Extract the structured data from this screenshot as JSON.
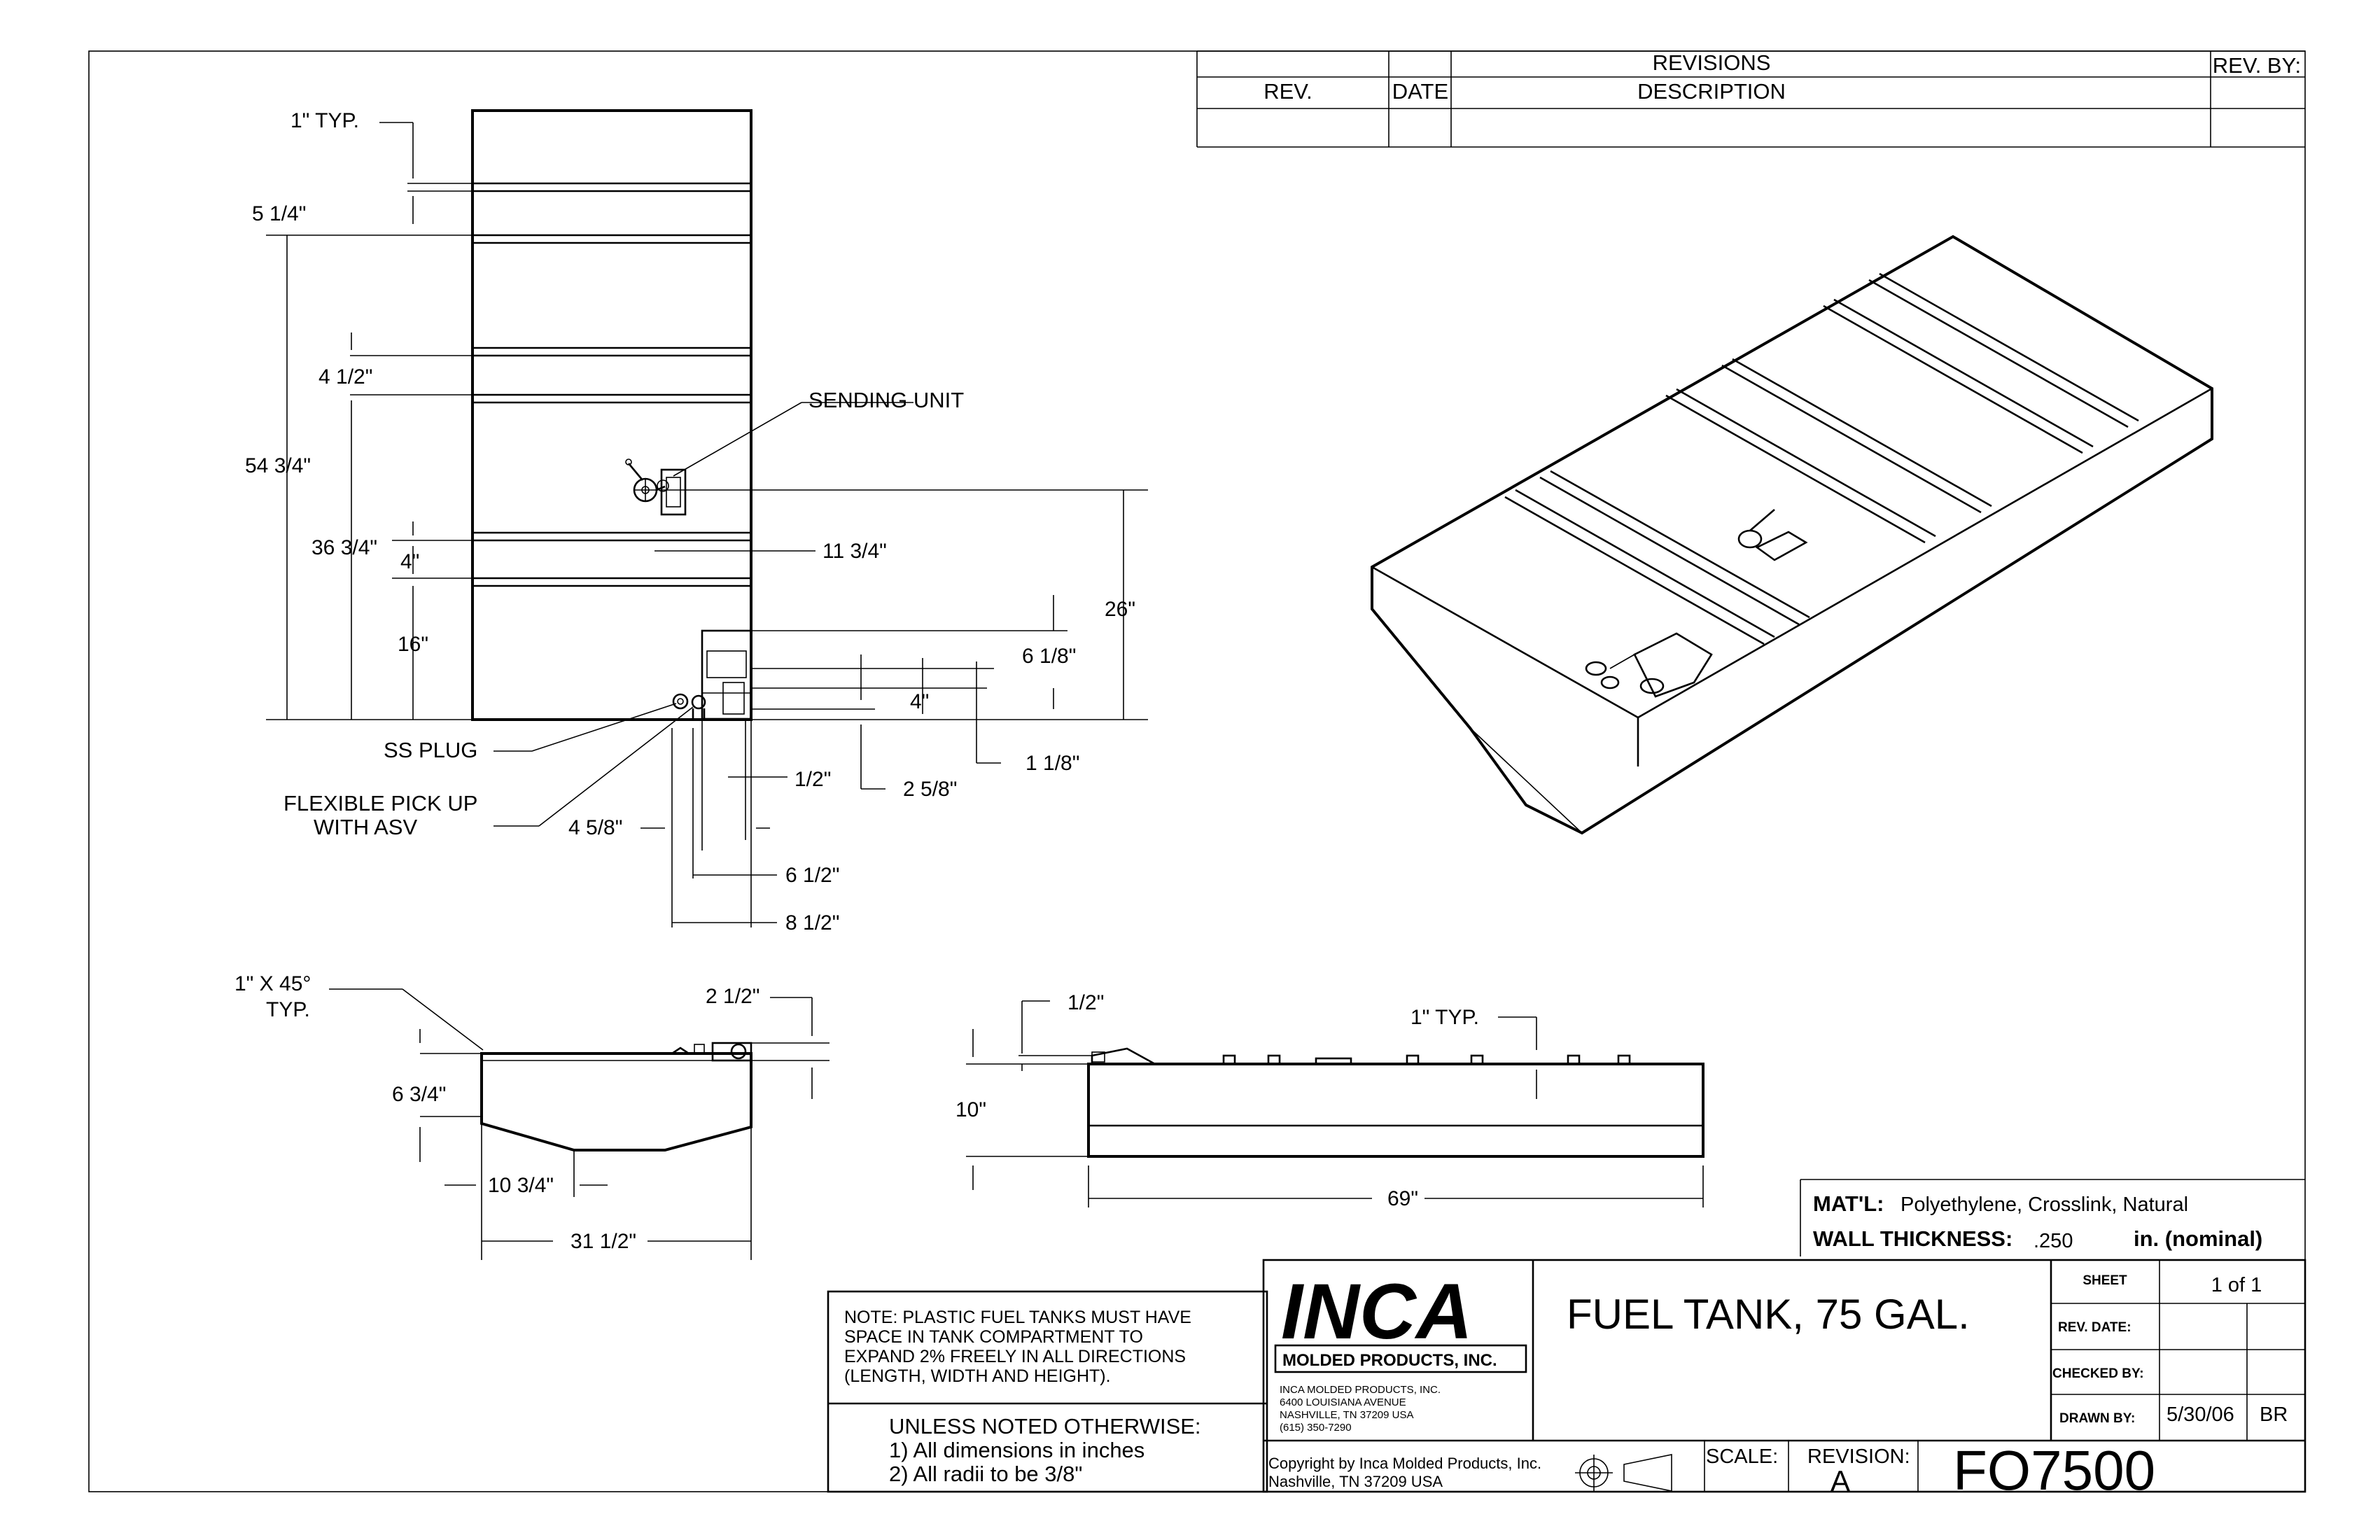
{
  "revisions": {
    "heading": "REVISIONS",
    "col_rev": "REV.",
    "col_date": "DATE",
    "col_description": "DESCRIPTION",
    "col_rev_by": "REV. BY:"
  },
  "top_view": {
    "dims": [
      "1\" TYP.",
      "5 1/4\"",
      "54 3/4\"",
      "4 1/2\"",
      "36 3/4\"",
      "4\"",
      "16\"",
      "26\"",
      "11 3/4\"",
      "6 1/8\"",
      "4\"",
      "1 1/8\"",
      "1/2\"",
      "2 5/8\"",
      "4 5/8\"",
      "6 1/2\"",
      "8 1/2\""
    ],
    "callouts": {
      "sending_unit": "SENDING UNIT",
      "ss_plug": "SS PLUG",
      "pickup_line1": "FLEXIBLE PICK UP",
      "pickup_line2": "WITH ASV"
    }
  },
  "end_view": {
    "chamfer_line1": "1\" X 45°",
    "chamfer_line2": "TYP.",
    "dims": [
      "2 1/2\"",
      "6 3/4\"",
      "10 3/4\"",
      "31 1/2\""
    ]
  },
  "side_view": {
    "dims": [
      "1/2\"",
      "1\" TYP.",
      "10\"",
      "69\""
    ]
  },
  "material": {
    "matl_label": "MAT'L:",
    "matl_value": "Polyethylene, Crosslink, Natural",
    "wall_label": "WALL THICKNESS:",
    "wall_value": ".250",
    "wall_unit": "in. (nominal)"
  },
  "notes": {
    "note_lines": [
      "NOTE: PLASTIC FUEL TANKS MUST HAVE",
      "SPACE IN TANK COMPARTMENT TO",
      "EXPAND 2% FREELY IN ALL DIRECTIONS",
      "(LENGTH, WIDTH AND HEIGHT)."
    ],
    "unless_title": "UNLESS NOTED OTHERWISE:",
    "unless_1": "1) All dimensions in inches",
    "unless_2": "2) All radii to be 3/8\""
  },
  "title_block": {
    "logo_main": "INCA",
    "logo_sub": "MOLDED PRODUCTS, INC.",
    "address_lines": [
      "INCA MOLDED PRODUCTS, INC.",
      "6400 LOUISIANA AVENUE",
      "NASHVILLE, TN  37209   USA",
      "(615) 350-7290"
    ],
    "title": "FUEL TANK, 75 GAL.",
    "sheet_label": "SHEET",
    "sheet_value": "1  of  1",
    "rev_date_label": "REV. DATE:",
    "checked_by_label": "CHECKED BY:",
    "drawn_by_label": "DRAWN BY:",
    "drawn_date": "5/30/06",
    "drawn_initials": "BR",
    "copyright_line1": "Copyright by Inca Molded Products, Inc.",
    "copyright_line2": "Nashville, TN  37209  USA",
    "scale_label": "SCALE:",
    "revision_label": "REVISION:",
    "revision_value": "A",
    "part_number": "FO7500"
  }
}
